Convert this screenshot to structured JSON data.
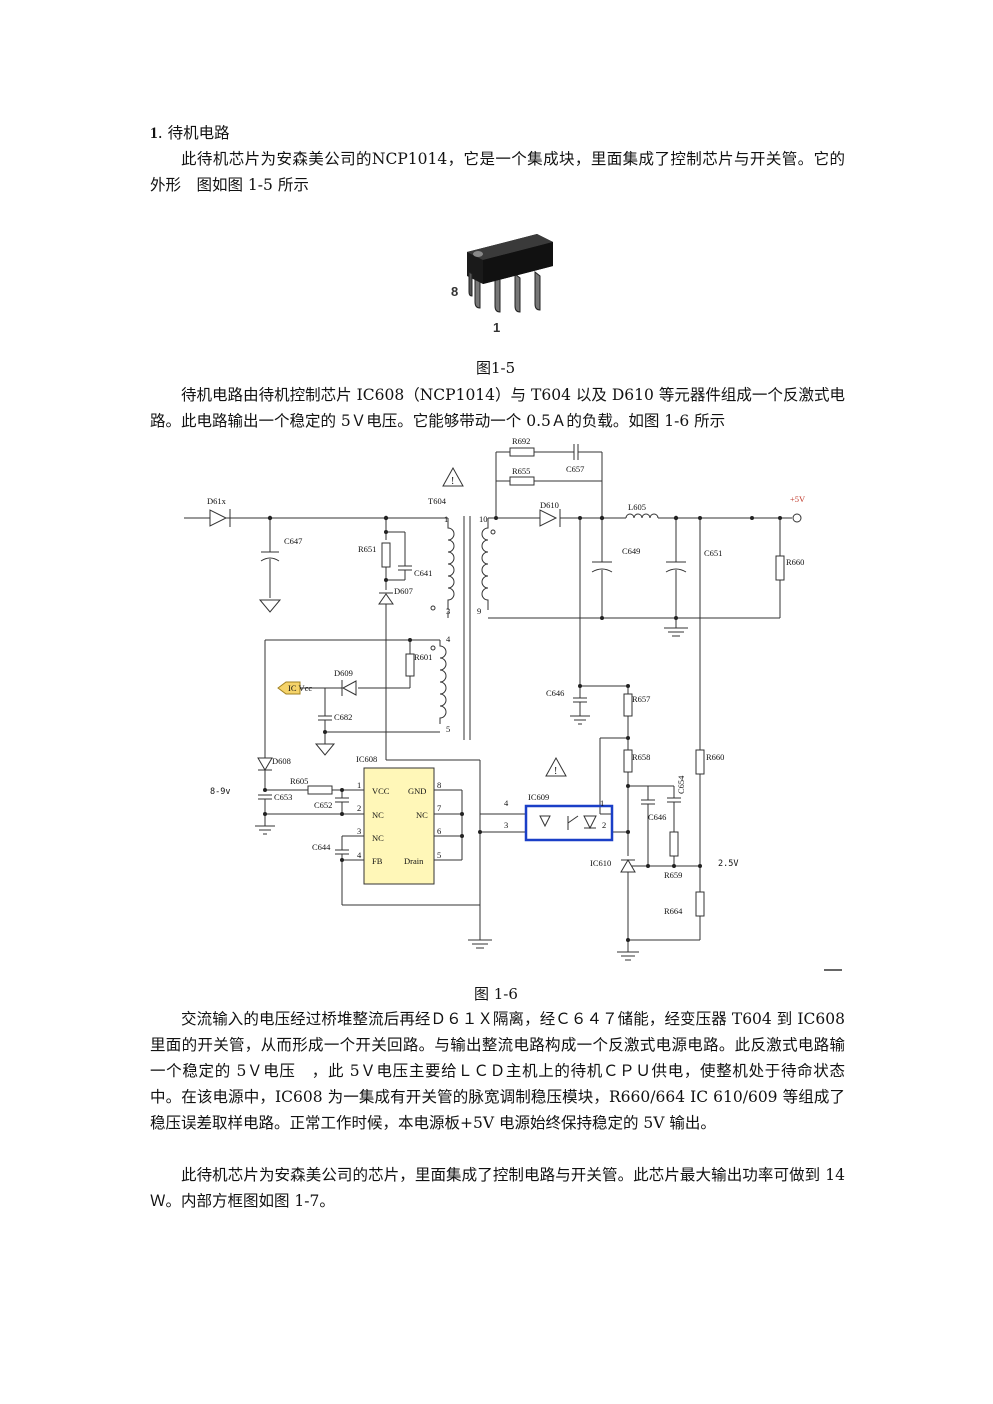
{
  "section": {
    "number": "1",
    "title": "待机电路"
  },
  "paragraphs": {
    "p1": "此待机芯片为安森美公司的NCP1014，它是一个集成块，里面集成了控制芯片与开关管。它的外形　图如图 1-5 所示",
    "p2": "待机电路由待机控制芯片 IC608（NCP1014）与 T604 以及 D610 等元器件组成一个反激式电路。此电路输出一个稳定的 5Ｖ电压。它能够带动一个 0.5Ａ的负载。如图 1-6 所示",
    "p3": "交流输入的电压经过桥堆整流后再经Ｄ６１Ｘ隔离，经Ｃ６４７储能，经变压器 T604 到 IC608 里面的开关管，从而形成一个开关回路。与输出整流电路构成一个反激式电源电路。此反激式电路输一个稳定的 5Ｖ电压　，此 5Ｖ电压主要给ＬＣＤ主机上的待机ＣＰＵ供电，使整机处于待命状态中。在该电源中，IC608 为一集成有开关管的脉宽调制稳压模块，R660/664 IC 610/609 等组成了稳压误差取样电路。正常工作时候，本电源板+5V 电源始终保持稳定的 5V 输出。",
    "p4": "此待机芯片为安森美公司的芯片，里面集成了控制电路与开关管。此芯片最大输出功率可做到 14Ｗ。内部方框图如图 1-7。"
  },
  "figure_1_5": {
    "caption": "图1-5",
    "pin_label_8": "8",
    "pin_label_1": "1"
  },
  "figure_1_6": {
    "caption": "图 1-6",
    "labels": {
      "d61x": "D61x",
      "c647": "C647",
      "t604": "T604",
      "r651": "R651",
      "c641": "C641",
      "d607": "D607",
      "r692": "R692",
      "r655": "R655",
      "c657": "C657",
      "d610": "D610",
      "l605": "L605",
      "plus5v": "+5V",
      "c649": "C649",
      "c651": "C651",
      "r660a": "R660",
      "pin10": "10",
      "pin9": "9",
      "pin1": "1",
      "pin3": "3",
      "pin4": "4",
      "pin5": "5",
      "r601": "R601",
      "d609": "D609",
      "icvcc": "IC Vcc",
      "c682": "C682",
      "c646a": "C646",
      "r657": "R657",
      "r658": "R658",
      "r660b": "R660",
      "c654": "C654",
      "c646b": "C646",
      "r659": "R659",
      "r664": "R664",
      "v25": "2.5V",
      "ic610": "IC610",
      "ic609": "IC609",
      "d608": "D608",
      "v89": "8-9v",
      "r605": "R605",
      "c653": "C653",
      "c652": "C652",
      "c644": "C644",
      "ic608": "IC608",
      "pin_vcc": "VCC",
      "pin_gnd": "GND",
      "pin_nc1": "NC",
      "pin_nc2": "NC",
      "pin_nc3": "NC",
      "pin_fb": "FB",
      "pin_drain": "Drain",
      "n1": "1",
      "n2": "2",
      "n3": "3",
      "n4": "4",
      "n5": "5",
      "n6": "6",
      "n7": "7",
      "n8": "8",
      "opto4": "4",
      "opto3": "3",
      "opto1": "1",
      "opto2": "2"
    }
  }
}
